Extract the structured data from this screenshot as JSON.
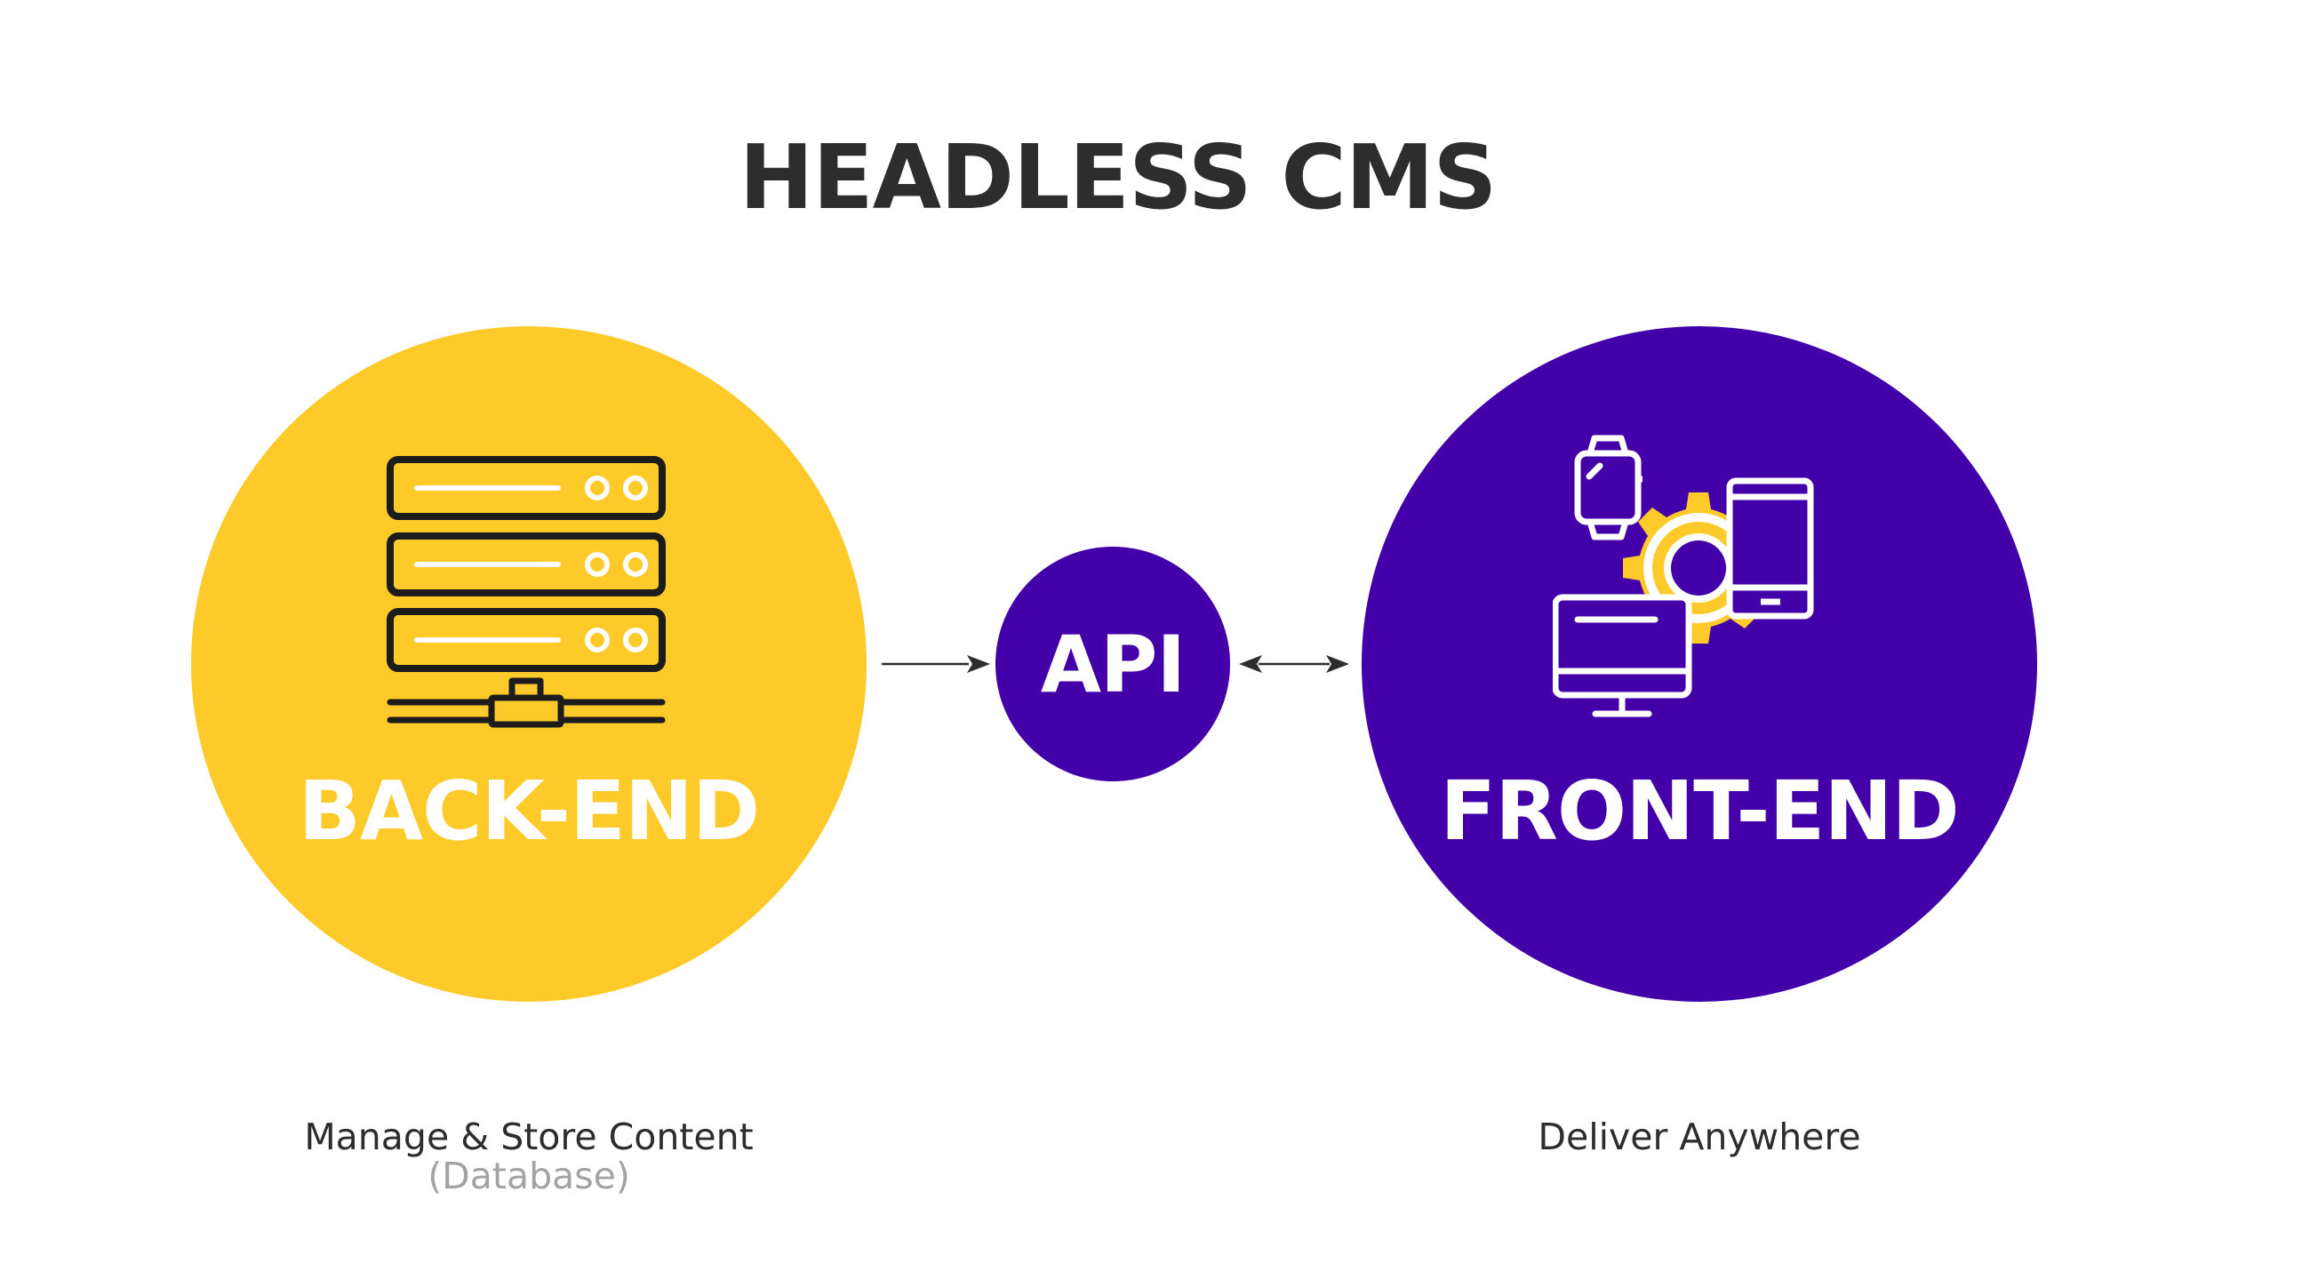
{
  "title": "HEADLESS CMS",
  "colors": {
    "backend": "#fdca2a",
    "frontend": "#4300a8",
    "api": "#4300a8",
    "title_text": "#2d2d2d",
    "caption_text": "#2d2d2d",
    "caption_sub_text": "#a3a3a3",
    "icon_white": "#ffffff",
    "icon_dark": "#1c1c1c"
  },
  "backend": {
    "label": "BACK-END",
    "icon": "server-rack-icon",
    "caption": "Manage & Store Content",
    "caption_sub": "(Database)"
  },
  "api": {
    "label": "API"
  },
  "frontend": {
    "label": "FRONT-END",
    "icon": "devices-gear-icon",
    "caption": "Deliver Anywhere"
  },
  "connectors": {
    "backend_to_api": "one-way-arrow",
    "api_to_frontend": "two-way-arrow"
  }
}
